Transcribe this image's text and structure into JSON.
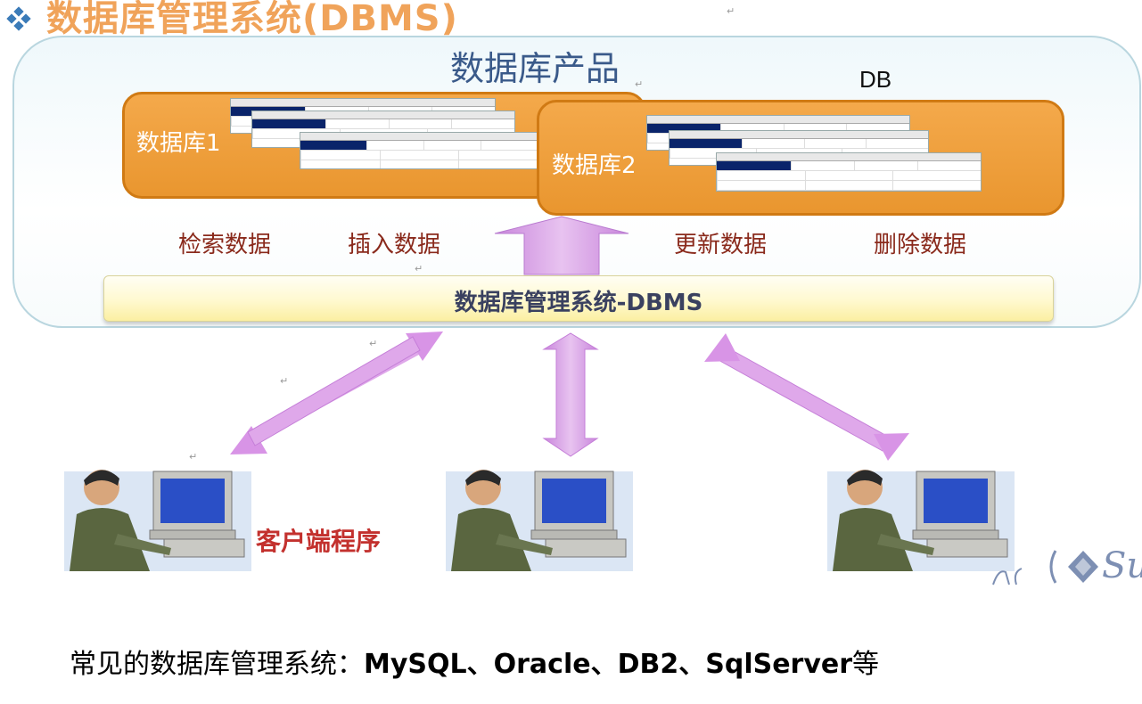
{
  "slide": {
    "title": "数据库管理系统(DBMS)",
    "product_label": "数据库产品",
    "db_label": "DB",
    "databases": [
      {
        "name": "数据库1"
      },
      {
        "name": "数据库2"
      }
    ],
    "operations": [
      "检索数据",
      "插入数据",
      "更新数据",
      "删除数据"
    ],
    "dbms_bar": "数据库管理系统-DBMS",
    "client_label": "客户端程序",
    "logo_text": "Su",
    "colors": {
      "title": "#f0a35a",
      "db_box": "#f0a040",
      "operation_text": "#8a2a1c",
      "arrow": "#d9a0e6",
      "client_label": "#c3312e",
      "dbms_text": "#3a4160"
    }
  },
  "note": {
    "prefix": "常见的数据库管理系统：",
    "systems": "MySQL、Oracle、DB2、SqlServer",
    "suffix": "等"
  }
}
